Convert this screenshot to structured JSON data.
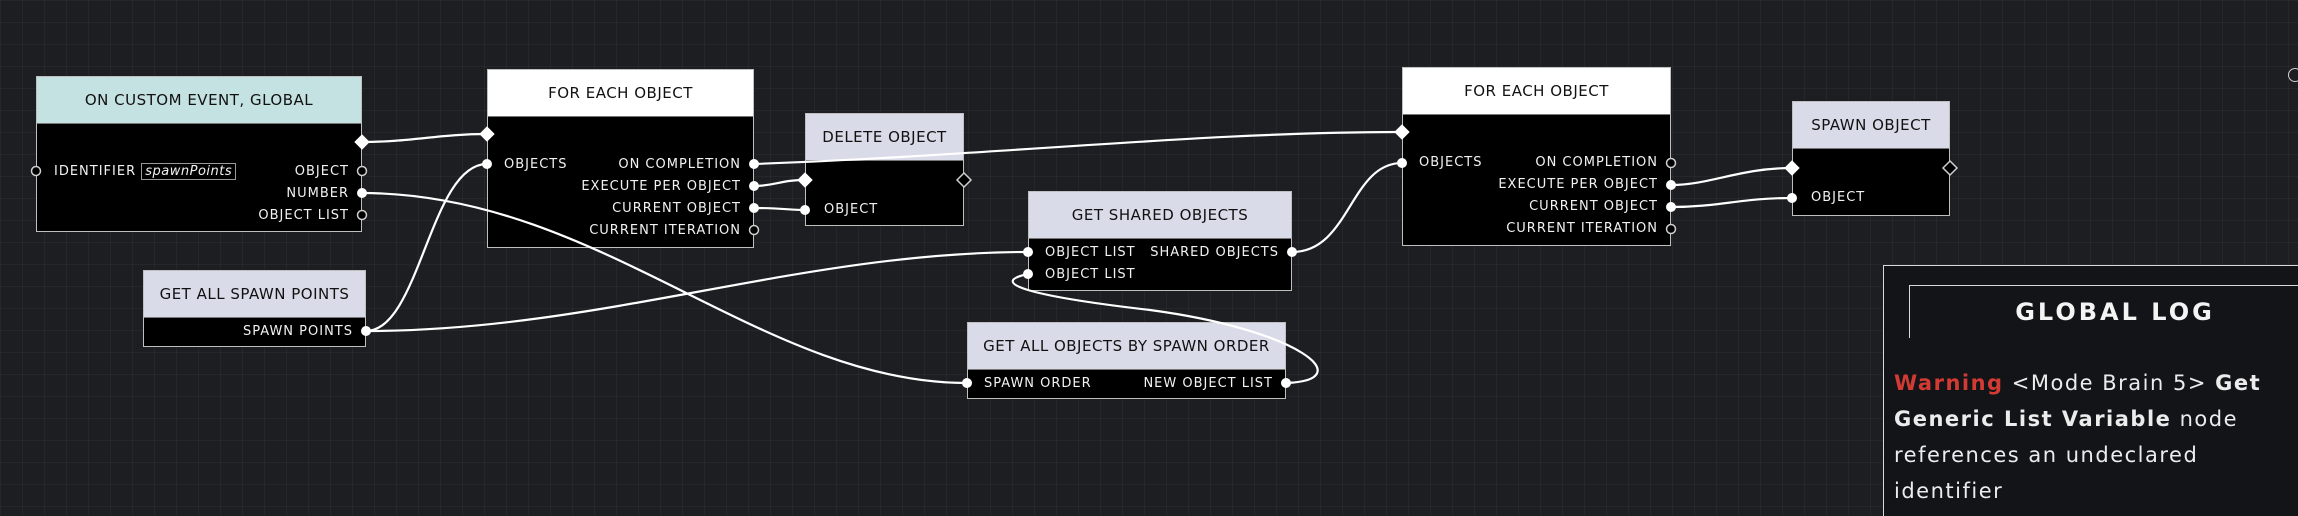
{
  "nodes": {
    "custom_event": {
      "title": "ON CUSTOM EVENT, GLOBAL",
      "identifier_label": "IDENTIFIER",
      "identifier_value": "spawnPoints",
      "object_label": "OBJECT",
      "number_label": "NUMBER",
      "object_list_label": "OBJECT LIST"
    },
    "get_all_spawn_points": {
      "title": "GET ALL SPAWN POINTS",
      "spawn_points_label": "SPAWN POINTS"
    },
    "for_each_1": {
      "title": "FOR EACH OBJECT",
      "objects_label": "OBJECTS",
      "on_completion_label": "ON COMPLETION",
      "execute_per_object_label": "EXECUTE PER OBJECT",
      "current_object_label": "CURRENT OBJECT",
      "current_iteration_label": "CURRENT ITERATION"
    },
    "delete_object": {
      "title": "DELETE OBJECT",
      "object_label": "OBJECT"
    },
    "get_shared_objects": {
      "title": "GET SHARED OBJECTS",
      "object_list_1_label": "OBJECT LIST",
      "object_list_2_label": "OBJECT LIST",
      "shared_objects_label": "SHARED OBJECTS"
    },
    "get_all_by_spawn_order": {
      "title": "GET ALL OBJECTS BY SPAWN ORDER",
      "spawn_order_label": "SPAWN ORDER",
      "new_object_list_label": "NEW OBJECT LIST"
    },
    "for_each_2": {
      "title": "FOR EACH OBJECT",
      "objects_label": "OBJECTS",
      "on_completion_label": "ON COMPLETION",
      "execute_per_object_label": "EXECUTE PER OBJECT",
      "current_object_label": "CURRENT OBJECT",
      "current_iteration_label": "CURRENT ITERATION"
    },
    "spawn_object": {
      "title": "SPAWN OBJECT",
      "object_label": "OBJECT"
    }
  },
  "log": {
    "title": "GLOBAL LOG",
    "warning": "Warning",
    "source": "<Mode Brain 5>",
    "node_name": "Get Generic List Variable",
    "message_rest": "node references an undeclared identifier"
  }
}
